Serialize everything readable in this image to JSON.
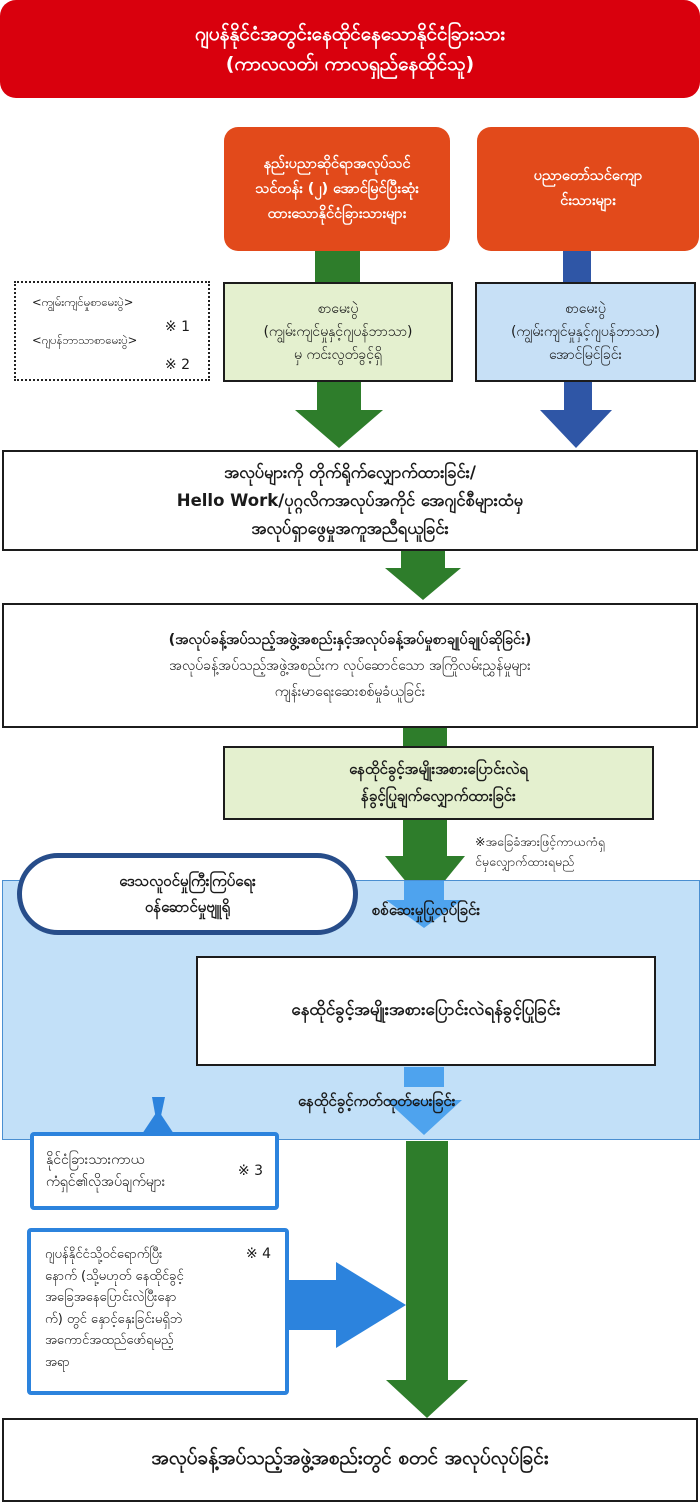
{
  "header": {
    "title_line1": "ဂျပန်နိုင်ငံအတွင်းနေထိုင်နေသောနိုင်ငံခြားသား",
    "title_line2": "(ကာလလတ်၊ ကာလရှည်နေထိုင်သူ)"
  },
  "sources": {
    "left": [
      "နည်းပညာဆိုင်ရာအလုပ်သင်",
      "သင်တန်း (၂) အောင်မြင်ပြီးဆုံး",
      "ထားသောနိုင်ငံခြားသားများ"
    ],
    "right": [
      "ပညာတော်သင်ကျော",
      "င်းသားများ"
    ]
  },
  "notes": {
    "skill_exam": "<ကျွမ်းကျင်မှုစာမေးပွဲ>",
    "skill_exam_ref": "※ 1",
    "language_exam": "<ဂျပန်ဘာသာစာမေးပွဲ>",
    "language_exam_ref": "※ 2"
  },
  "exam_boxes": {
    "left": [
      "စာမေးပွဲ",
      "(ကျွမ်းကျင်မှုနှင့်ဂျပန်ဘာသာ)",
      "မှ ကင်းလွတ်ခွင့်ရှိ"
    ],
    "right": [
      "စာမေးပွဲ",
      "(ကျွမ်းကျင်မှုနှင့်ဂျပန်ဘာသာ)",
      "အောင်မြင်ခြင်း"
    ]
  },
  "steps": {
    "job_search": [
      "အလုပ်များကို တိုက်ရိုက်လျှောက်ထားခြင်း/",
      "Hello Work/ပုဂ္ဂလိကအလုပ်အကိုင် အေဂျင်စီများထံမှ",
      "အလုပ်ရှာဖွေမှုအကူအညီရယူခြင်း"
    ],
    "contract_title": "(အလုပ်ခန့်အပ်သည့်အဖွဲ့အစည်းနှင့်အလုပ်ခန့်အပ်မှုစာချုပ်ချုပ်ဆိုခြင်း)",
    "contract_body": [
      "အလုပ်ခန့်အပ်သည့်အဖွဲ့အစည်းက လုပ်ဆောင်သော အကြိုလမ်းညွှန်မှုများ",
      "ကျန်းမာရေးဆေးစစ်မှုခံယူခြင်း"
    ],
    "status_application": [
      "နေထိုင်ခွင့်အမျိုးအစားပြောင်းလဲရ",
      "န်ခွင့်ပြုချက်လျှောက်ထားခြင်း"
    ],
    "status_note": [
      "※အခြေခံအားဖြင့်ကာယကံရှ",
      "င်မှလျှောက်ထားရမည်"
    ],
    "bureau": [
      "ဒေသလူဝင်မှုကြီးကြပ်ရေး",
      "ဝန်ဆောင်မှုဗျူရို"
    ],
    "review": "စစ်ဆေးမှုပြုလုပ်ခြင်း",
    "permission": "နေထိုင်ခွင့်အမျိုးအစားပြောင်းလဲရန်ခွင့်ပြုခြင်း",
    "card_issue": "နေထိုင်ခွင့်ကတ်ထုတ်ပေးခြင်း",
    "requirements": [
      "နိုင်ငံခြားသားကာယ",
      "ကံရှင်၏လိုအပ်ချက်များ"
    ],
    "requirements_ref": "※ 3",
    "after_entry": [
      "ဂျပန်နိုင်ငံသို့ဝင်ရောက်ပြီး",
      "နောက် (သို့မဟုတ် နေထိုင်ခွင့်",
      "အခြေအနေပြောင်းလဲပြီးနော",
      "က်) တွင် နှောင့်နှေးခြင်းမရှိဘဲ",
      "အကောင်အထည်ဖော်ရမည့်",
      "အရာ"
    ],
    "after_entry_ref": "※ 4",
    "final": "အလုပ်ခန့်အပ်သည့်အဖွဲ့အစည်းတွင် စတင် အလုပ်လုပ်ခြင်း"
  },
  "colors": {
    "header_red": "#d9000d",
    "orange": "#e24a1b",
    "green_arrow": "#2e7d2b",
    "blue_arrow": "#2f56a6",
    "light_green": "#e4f0cf",
    "light_blue": "#c7e0f6",
    "region_blue": "#c2e0f8",
    "frame_blue": "#2c83dd"
  }
}
